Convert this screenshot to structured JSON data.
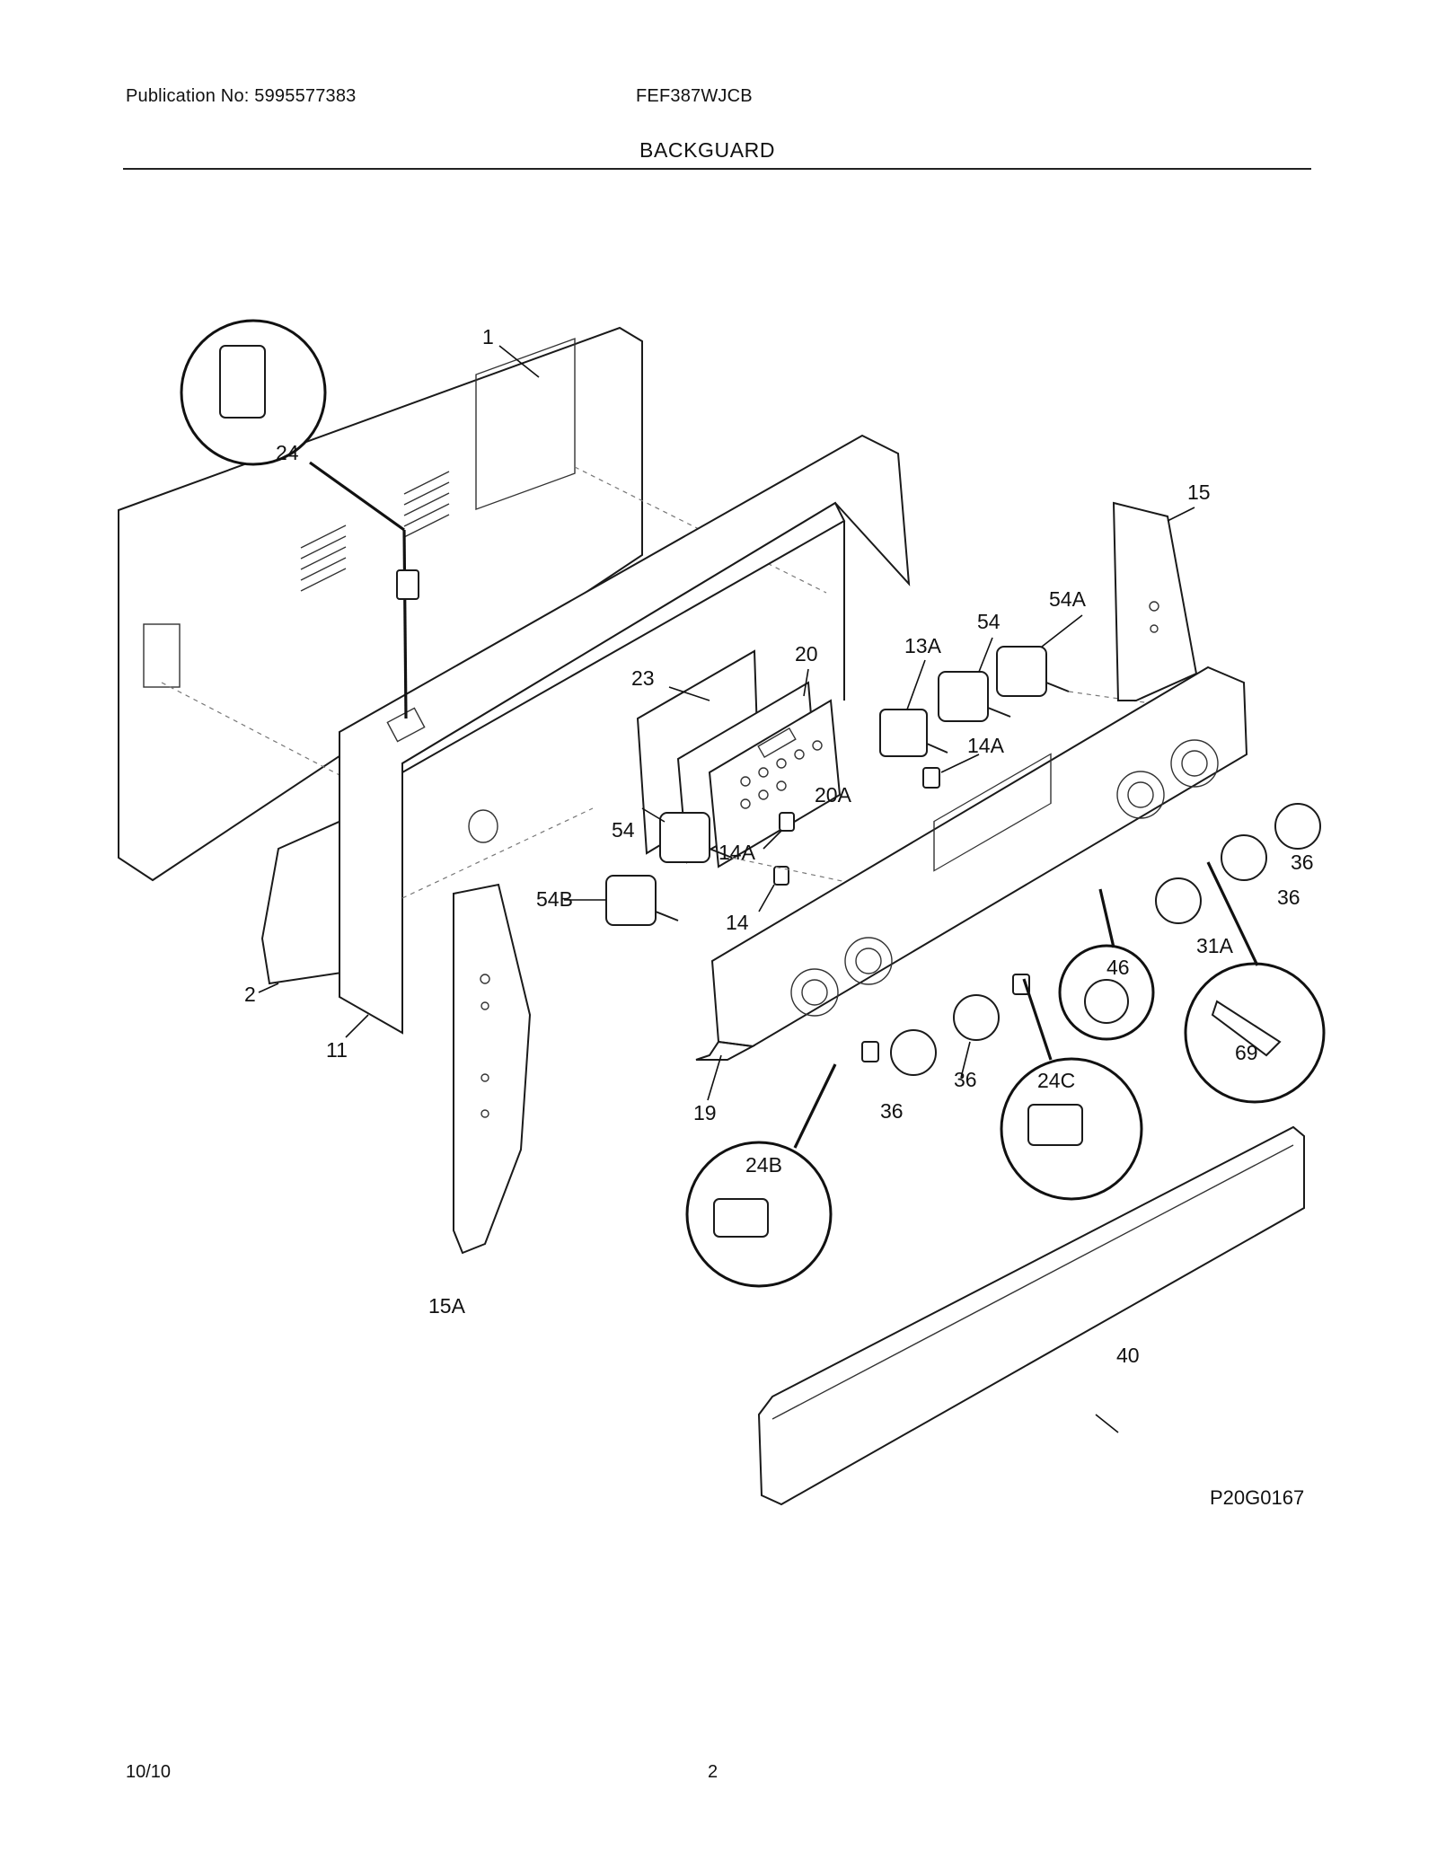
{
  "header": {
    "publication": "Publication No: 5995577383",
    "model": "FEF387WJCB",
    "section_title": "BACKGUARD"
  },
  "diagram_ref": "P20G0167",
  "footer": {
    "date": "10/10",
    "page": "2"
  },
  "callouts": {
    "c1": "1",
    "c24": "24",
    "c15": "15",
    "c54a": "54A",
    "c54_top": "54",
    "c13a": "13A",
    "c20": "20",
    "c23": "23",
    "c14a_r": "14A",
    "c20a": "20A",
    "c54_left": "54",
    "c14a_l": "14A",
    "c54b": "54B",
    "c14": "14",
    "c36_a": "36",
    "c36_b": "36",
    "c31a": "31A",
    "c46": "46",
    "c69": "69",
    "c2": "2",
    "c11": "11",
    "c19": "19",
    "c36_c": "36",
    "c36_d": "36",
    "c24c": "24C",
    "c24b": "24B",
    "c15a": "15A",
    "c40": "40"
  }
}
